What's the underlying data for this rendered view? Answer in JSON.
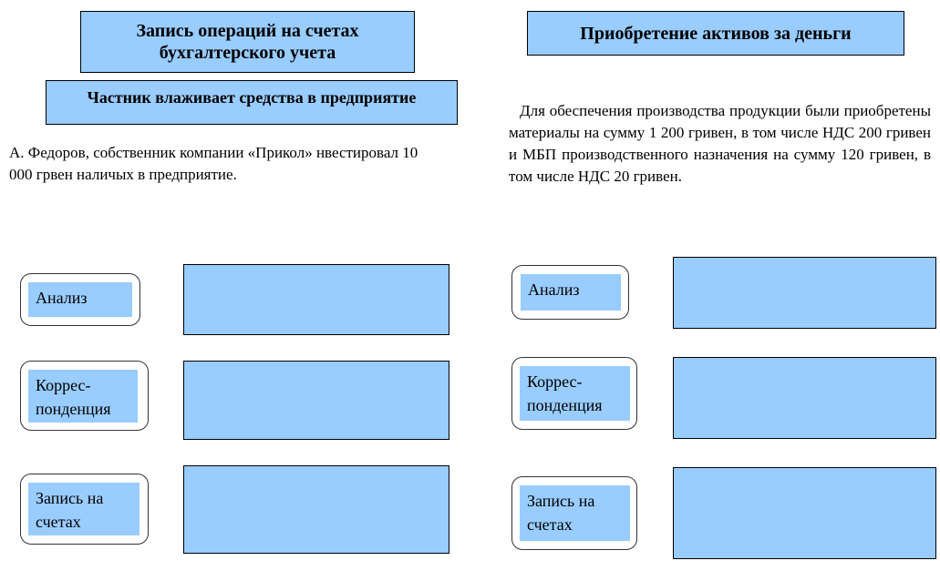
{
  "left": {
    "title": "Запись  операций на счетах бухгалтерского учета",
    "subtitle": "Частник  влаживает средства в предприятие",
    "paragraph": "А. Федоров, собственник компании «Прикол» нвестировал   10 000 грвен   наличых  в предприятие.",
    "steps": [
      "Анализ",
      "Коррес-понденция",
      "Запись на счетах"
    ]
  },
  "right": {
    "title": "Приобретение активов за деньги",
    "paragraph": "Для обеспечения производства продукции были приобретены материалы на сумму 1 200 гривен, в том числе НДС 200 гривен и МБП производственного назначения на сумму 120 гривен, в том числе НДС 20 гривен.",
    "steps": [
      "Анализ",
      "Коррес-понденция",
      "Запись на счетах"
    ]
  },
  "colors": {
    "box_fill": "#99ccff"
  }
}
